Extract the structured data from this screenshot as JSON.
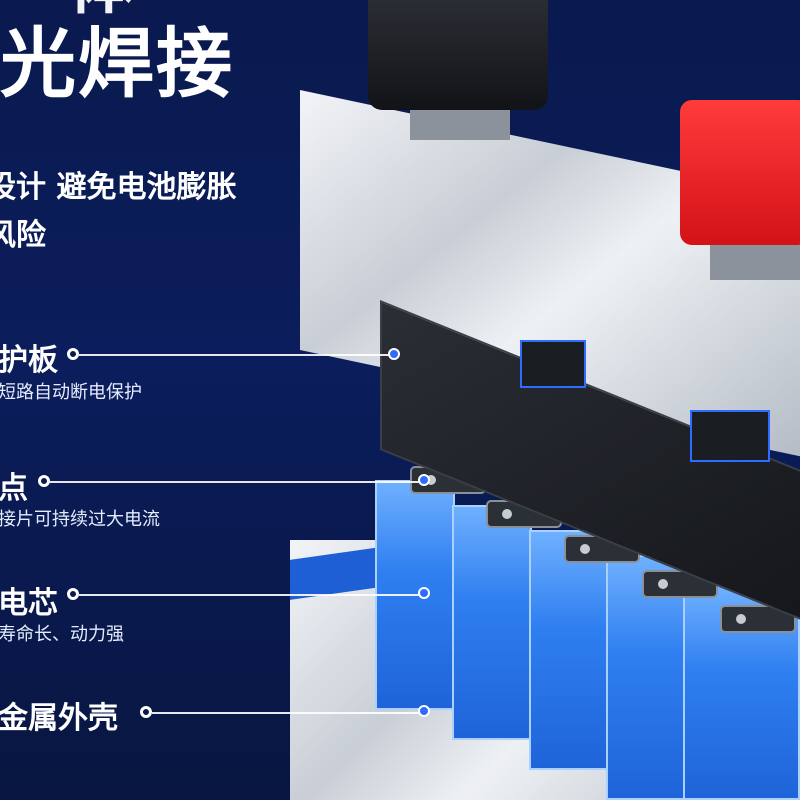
{
  "title_line1": "一体",
  "title_line2": "光焊接",
  "subtitle_line1": "设计 避免电池膨胀",
  "subtitle_line2": "风险",
  "features": [
    {
      "label": "护板",
      "desc": "短路自动断电保护"
    },
    {
      "label": "点",
      "desc": "接片可持续过大电流"
    },
    {
      "label": "电芯",
      "desc": "寿命长、动力强"
    },
    {
      "label": "金属外壳",
      "desc": ""
    }
  ],
  "colors": {
    "background": "#0b1d5c",
    "accent": "#2f6bff",
    "cell_blue": "#2f7ff0",
    "red_terminal": "#e81e25"
  }
}
